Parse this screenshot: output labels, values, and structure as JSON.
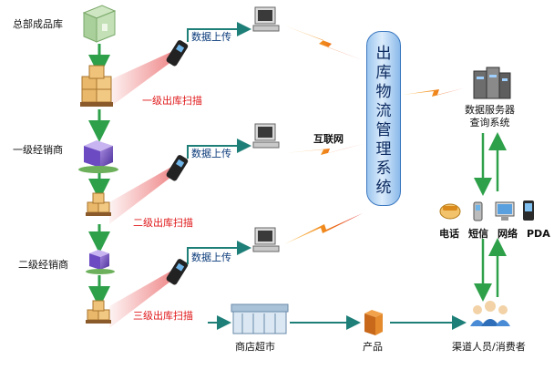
{
  "nodes": {
    "hq_warehouse": "总部成品库",
    "level1_dealer": "一级经销商",
    "level2_dealer": "二级经销商",
    "store": "商店超市",
    "product": "产品",
    "channel_consumer": "渠道人员/消费者",
    "server": "数据服务器\n查询系统",
    "internet": "互联网"
  },
  "scans": {
    "level1": "一级出库扫描",
    "level2": "二级出库扫描",
    "level3": "三级出库扫描"
  },
  "upload": {
    "u1": "数据上传",
    "u2": "数据上传",
    "u3": "数据上传"
  },
  "system": {
    "chars": [
      "出",
      "库",
      "物",
      "流",
      "管",
      "理",
      "系",
      "统"
    ]
  },
  "query_channels": {
    "phone": "电话",
    "sms": "短信",
    "web": "网络",
    "pda": "PDA"
  },
  "colors": {
    "arrow_green": "#2ea04a",
    "arrow_teal": "#1e7f78",
    "scan_red": "#e0191b",
    "system_blue": "#8ab9ea"
  }
}
